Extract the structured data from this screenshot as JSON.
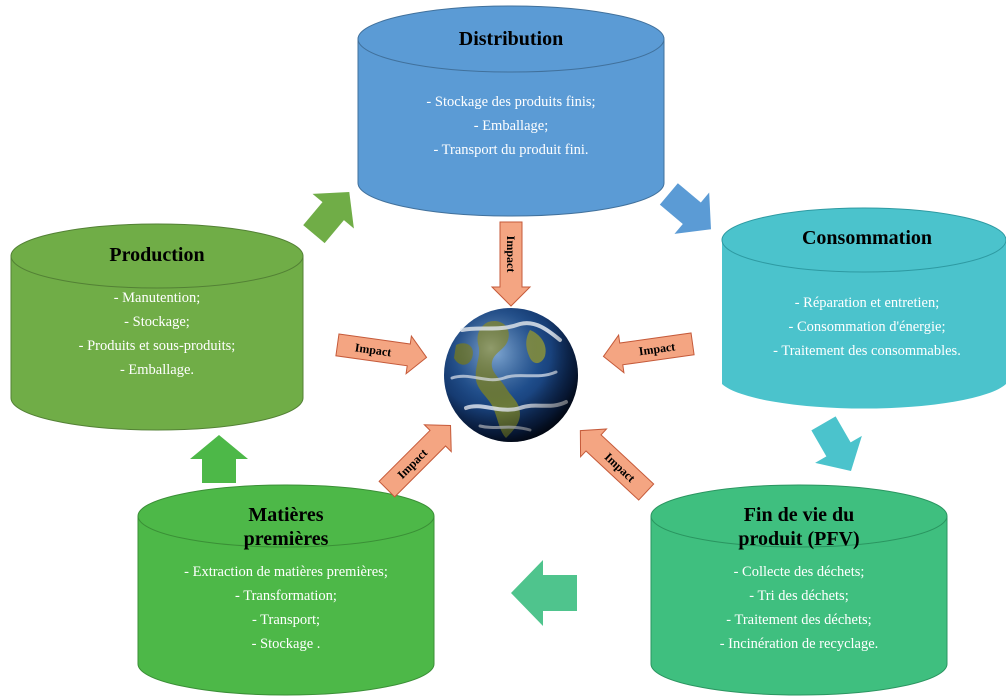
{
  "stages": {
    "distribution": {
      "title": "Distribution",
      "items": [
        "- Stockage des produits  finis;",
        "- Emballage;",
        "- Transport  du produit  fini."
      ],
      "color": "#5b9bd5"
    },
    "consommation": {
      "title": "Consommation",
      "items": [
        "- Réparation et entretien;",
        "- Consommation d'énergie;",
        "- Traitement  des consommables."
      ],
      "color": "#4bc3cc"
    },
    "fin_de_vie": {
      "title_line1": "Fin de vie du",
      "title_line2": "produit  (PFV)",
      "items": [
        "- Collecte des déchets;",
        "- Tri des déchets;",
        "- Traitement  des déchets;",
        "- Incinération de recyclage."
      ],
      "color": "#3fbf7f"
    },
    "matieres": {
      "title_line1": "Matières",
      "title_line2": "premières",
      "items": [
        "- Extraction de matières premières;",
        "- Transformation;",
        "- Transport;",
        "- Stockage ."
      ],
      "color": "#4db848"
    },
    "production": {
      "title": "Production",
      "items": [
        "- Manutention;",
        "- Stockage;",
        "- Produits et sous-produits;",
        "- Emballage."
      ],
      "color": "#70ad47"
    }
  },
  "impact_label": "Impact",
  "colors": {
    "impact_arrow": "#f4a582",
    "impact_border": "#c55a3a",
    "flow_blue": "#5b9bd5",
    "flow_teal": "#4bc3cc",
    "flow_mint": "#4fc48d",
    "flow_green": "#4db848",
    "flow_olive": "#70ad47"
  }
}
